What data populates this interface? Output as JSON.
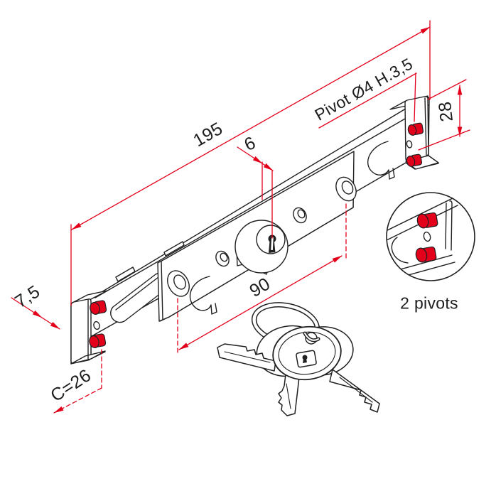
{
  "drawing": {
    "dimensions": {
      "length": "195",
      "cylinder_offset": "6",
      "pivot_spec": "Pivot Ø4 H.3,5",
      "end_plate_height": "28",
      "edge_offset": "7,5",
      "screw_spacing": "90",
      "c_distance": "C=26"
    },
    "detail_view": {
      "label": "2 pivots"
    },
    "colors": {
      "annotation_red": "#e2001b",
      "line_color": "#202022"
    }
  }
}
